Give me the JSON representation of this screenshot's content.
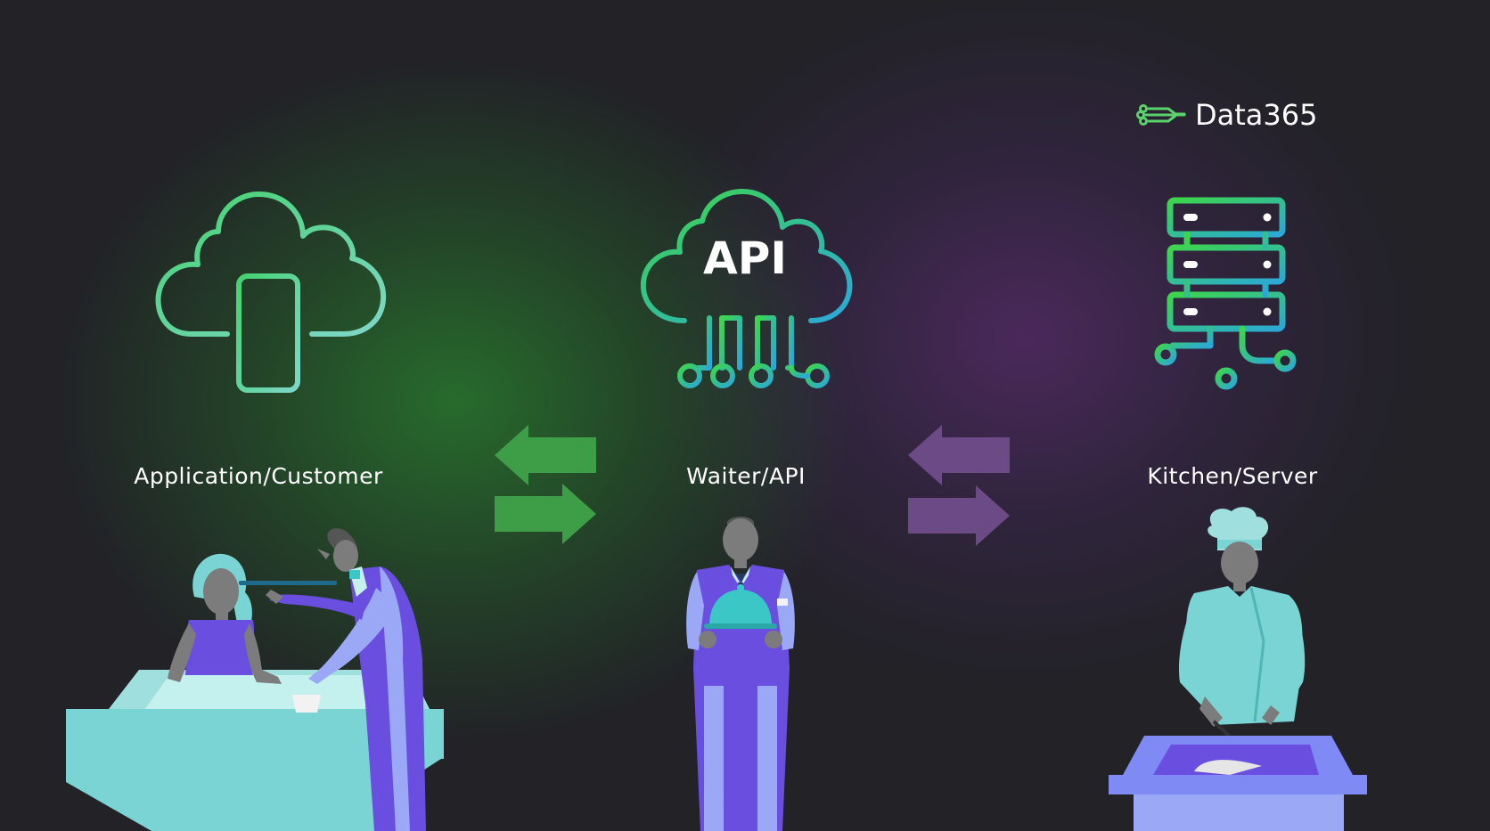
{
  "brand": {
    "name": "Data365",
    "logo_icon": "circuit-lines-icon"
  },
  "nodes": [
    {
      "label": "Application/Customer",
      "icon": "cloud-phone-icon"
    },
    {
      "label": "Waiter/API",
      "icon": "cloud-api-icon",
      "icon_text": "API"
    },
    {
      "label": "Kitchen/Server",
      "icon": "server-rack-icon"
    }
  ],
  "arrows": [
    {
      "name": "customer-api-exchange",
      "color": "#3e9e48"
    },
    {
      "name": "api-server-exchange",
      "color": "#6b4a86"
    }
  ],
  "colors": {
    "icon_gradient_start": "#3dd64b",
    "icon_gradient_end": "#2ba8d8",
    "figure_purple": "#6a4ee0",
    "figure_teal": "#7ad4d4",
    "skin": "#7c7c7c"
  }
}
